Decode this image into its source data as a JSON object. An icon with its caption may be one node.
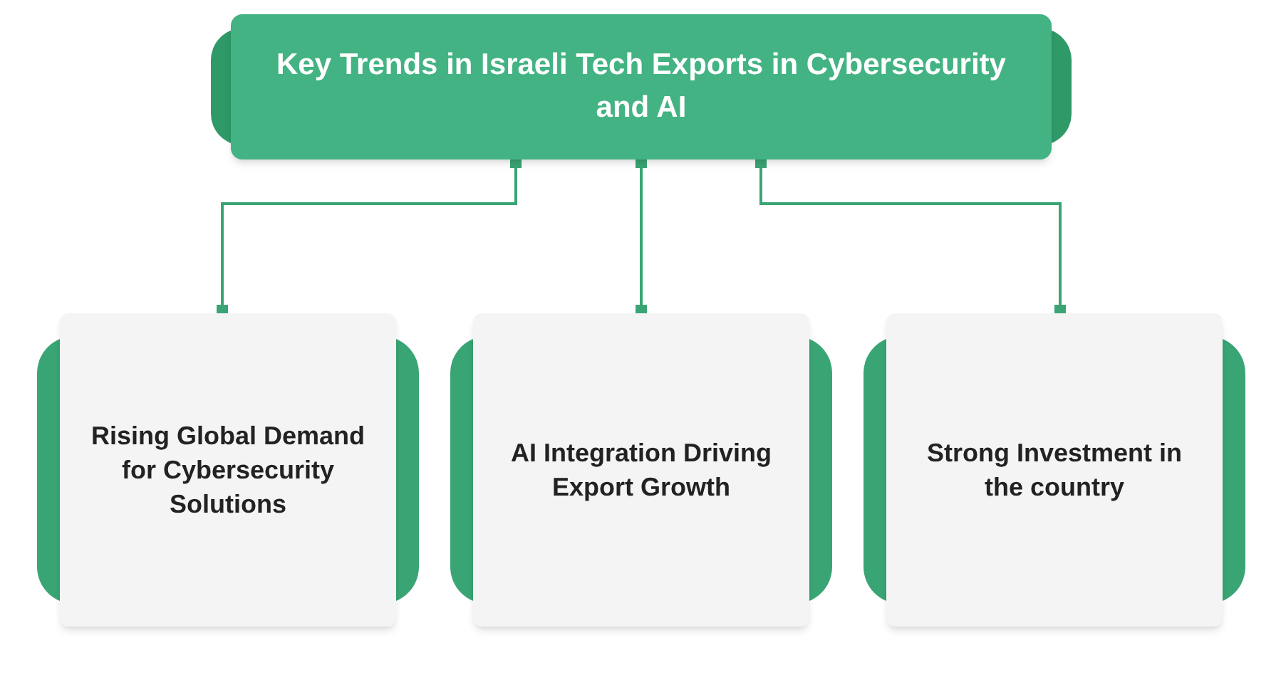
{
  "diagram": {
    "nodes": [
      {
        "text": [
          "Key Trends in Israeli Tech Exports in Cybersecurity and AI"
        ]
      },
      {
        "text": [
          "Rising Global Demand for Cybersecurity Solutions"
        ]
      },
      {
        "text": [
          "AI Integration Driving Export Growth"
        ]
      },
      {
        "text": [
          "Strong Investment in the country"
        ]
      }
    ],
    "edges": [
      {
        "from": 0,
        "to": 1,
        "arrow": "other"
      },
      {
        "from": 0,
        "to": 2,
        "arrow": "other"
      },
      {
        "from": 0,
        "to": 3,
        "arrow": "other"
      }
    ]
  }
}
